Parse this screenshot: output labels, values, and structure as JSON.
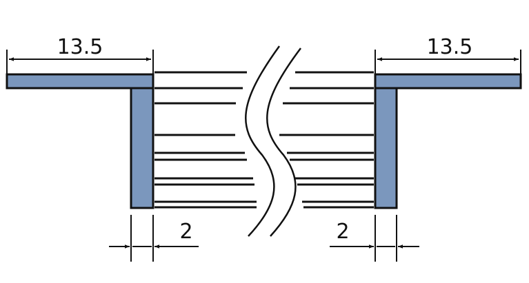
{
  "colors": {
    "profile_fill": "#7b97bd",
    "line": "#111111",
    "background": "#ffffff"
  },
  "dimensions": {
    "left_flange_width": "13.5",
    "right_flange_width": "13.5",
    "left_web_thickness": "2",
    "right_web_thickness": "2"
  }
}
